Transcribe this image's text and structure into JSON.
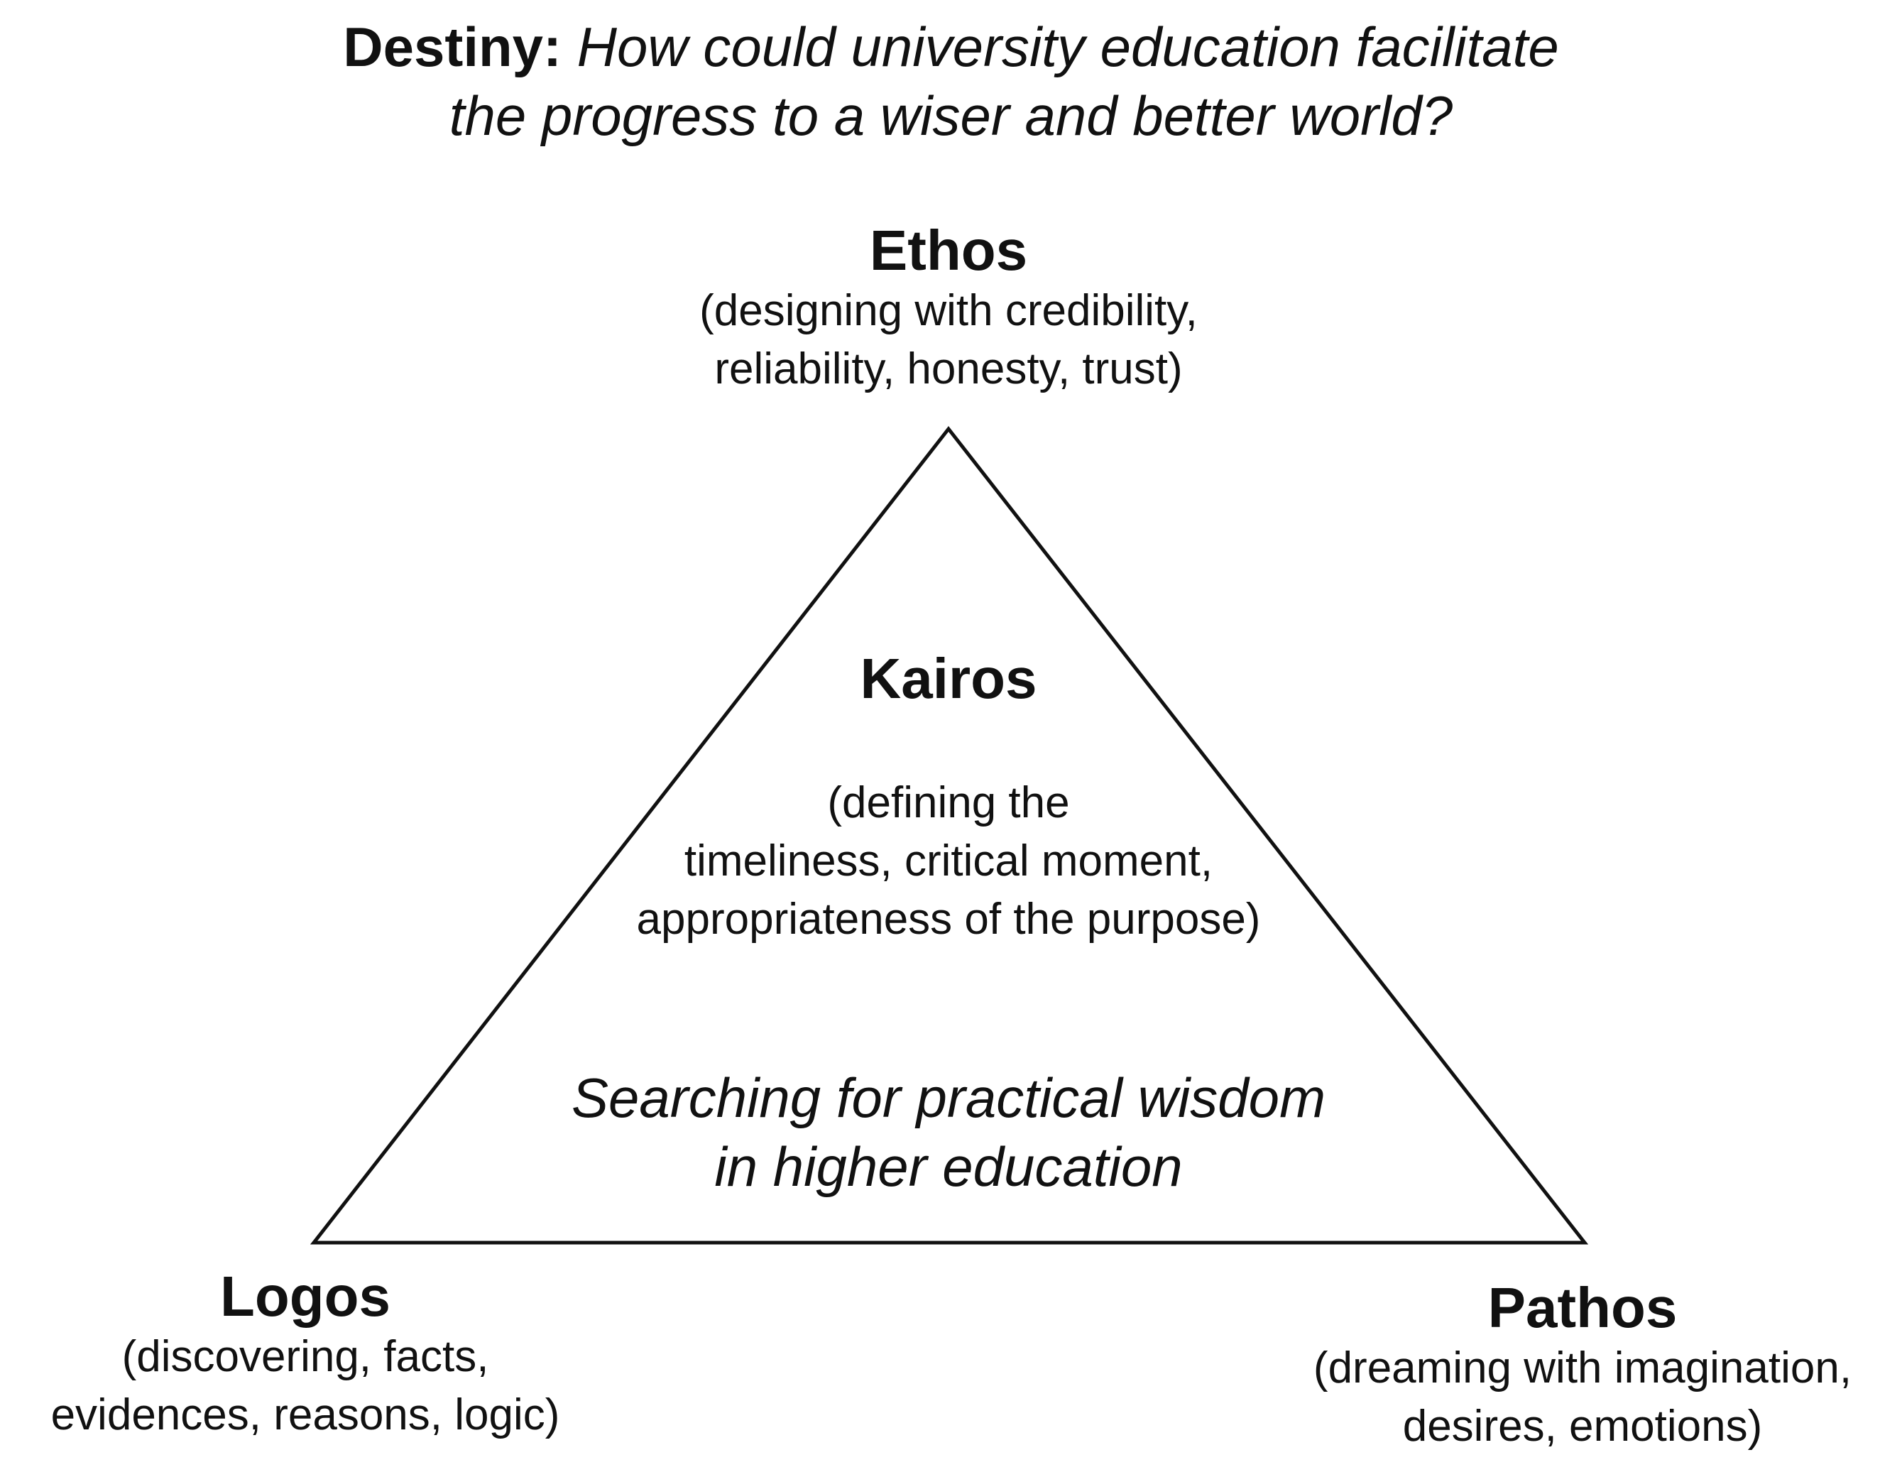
{
  "title": {
    "lead": "Destiny:",
    "question_line1": "How could university education facilitate",
    "question_line2": "the progress to a wiser and better world?"
  },
  "ethos": {
    "heading": "Ethos",
    "desc_line1": "(designing with credibility,",
    "desc_line2": "reliability, honesty, trust)"
  },
  "kairos": {
    "heading": "Kairos",
    "desc_line1": "(defining the",
    "desc_line2": "timeliness, critical moment,",
    "desc_line3": "appropriateness of the purpose)"
  },
  "motto": {
    "line1": "Searching for practical wisdom",
    "line2": "in higher education"
  },
  "logos": {
    "heading": "Logos",
    "desc_line1": "(discovering, facts,",
    "desc_line2": "evidences, reasons, logic)"
  },
  "pathos": {
    "heading": "Pathos",
    "desc_line1": "(dreaming with imagination,",
    "desc_line2": "desires, emotions)"
  },
  "colors": {
    "text": "#111111",
    "stroke": "#111111",
    "background": "#ffffff"
  }
}
